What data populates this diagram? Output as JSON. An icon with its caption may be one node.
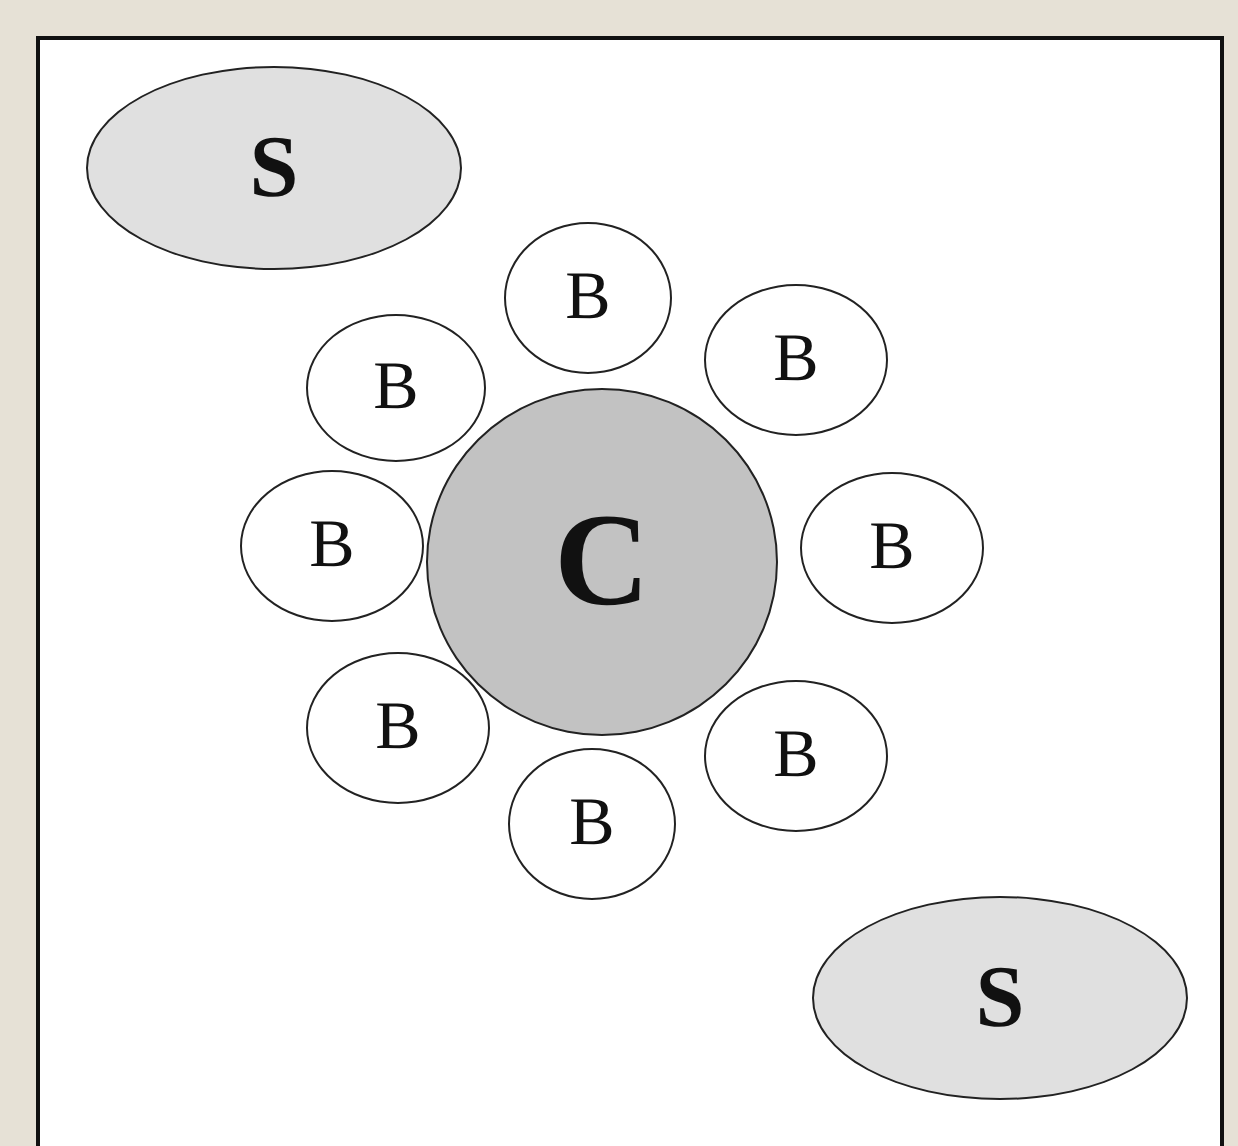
{
  "diagram": {
    "nodes": [
      {
        "text": [
          "S"
        ]
      },
      {
        "text": [
          "B"
        ]
      },
      {
        "text": [
          "B"
        ]
      },
      {
        "text": [
          "B"
        ]
      },
      {
        "text": [
          "B"
        ]
      },
      {
        "text": [
          "C"
        ]
      },
      {
        "text": [
          "B"
        ]
      },
      {
        "text": [
          "B"
        ]
      },
      {
        "text": [
          "B"
        ]
      },
      {
        "text": [
          "B"
        ]
      },
      {
        "text": [
          "S"
        ]
      }
    ]
  }
}
